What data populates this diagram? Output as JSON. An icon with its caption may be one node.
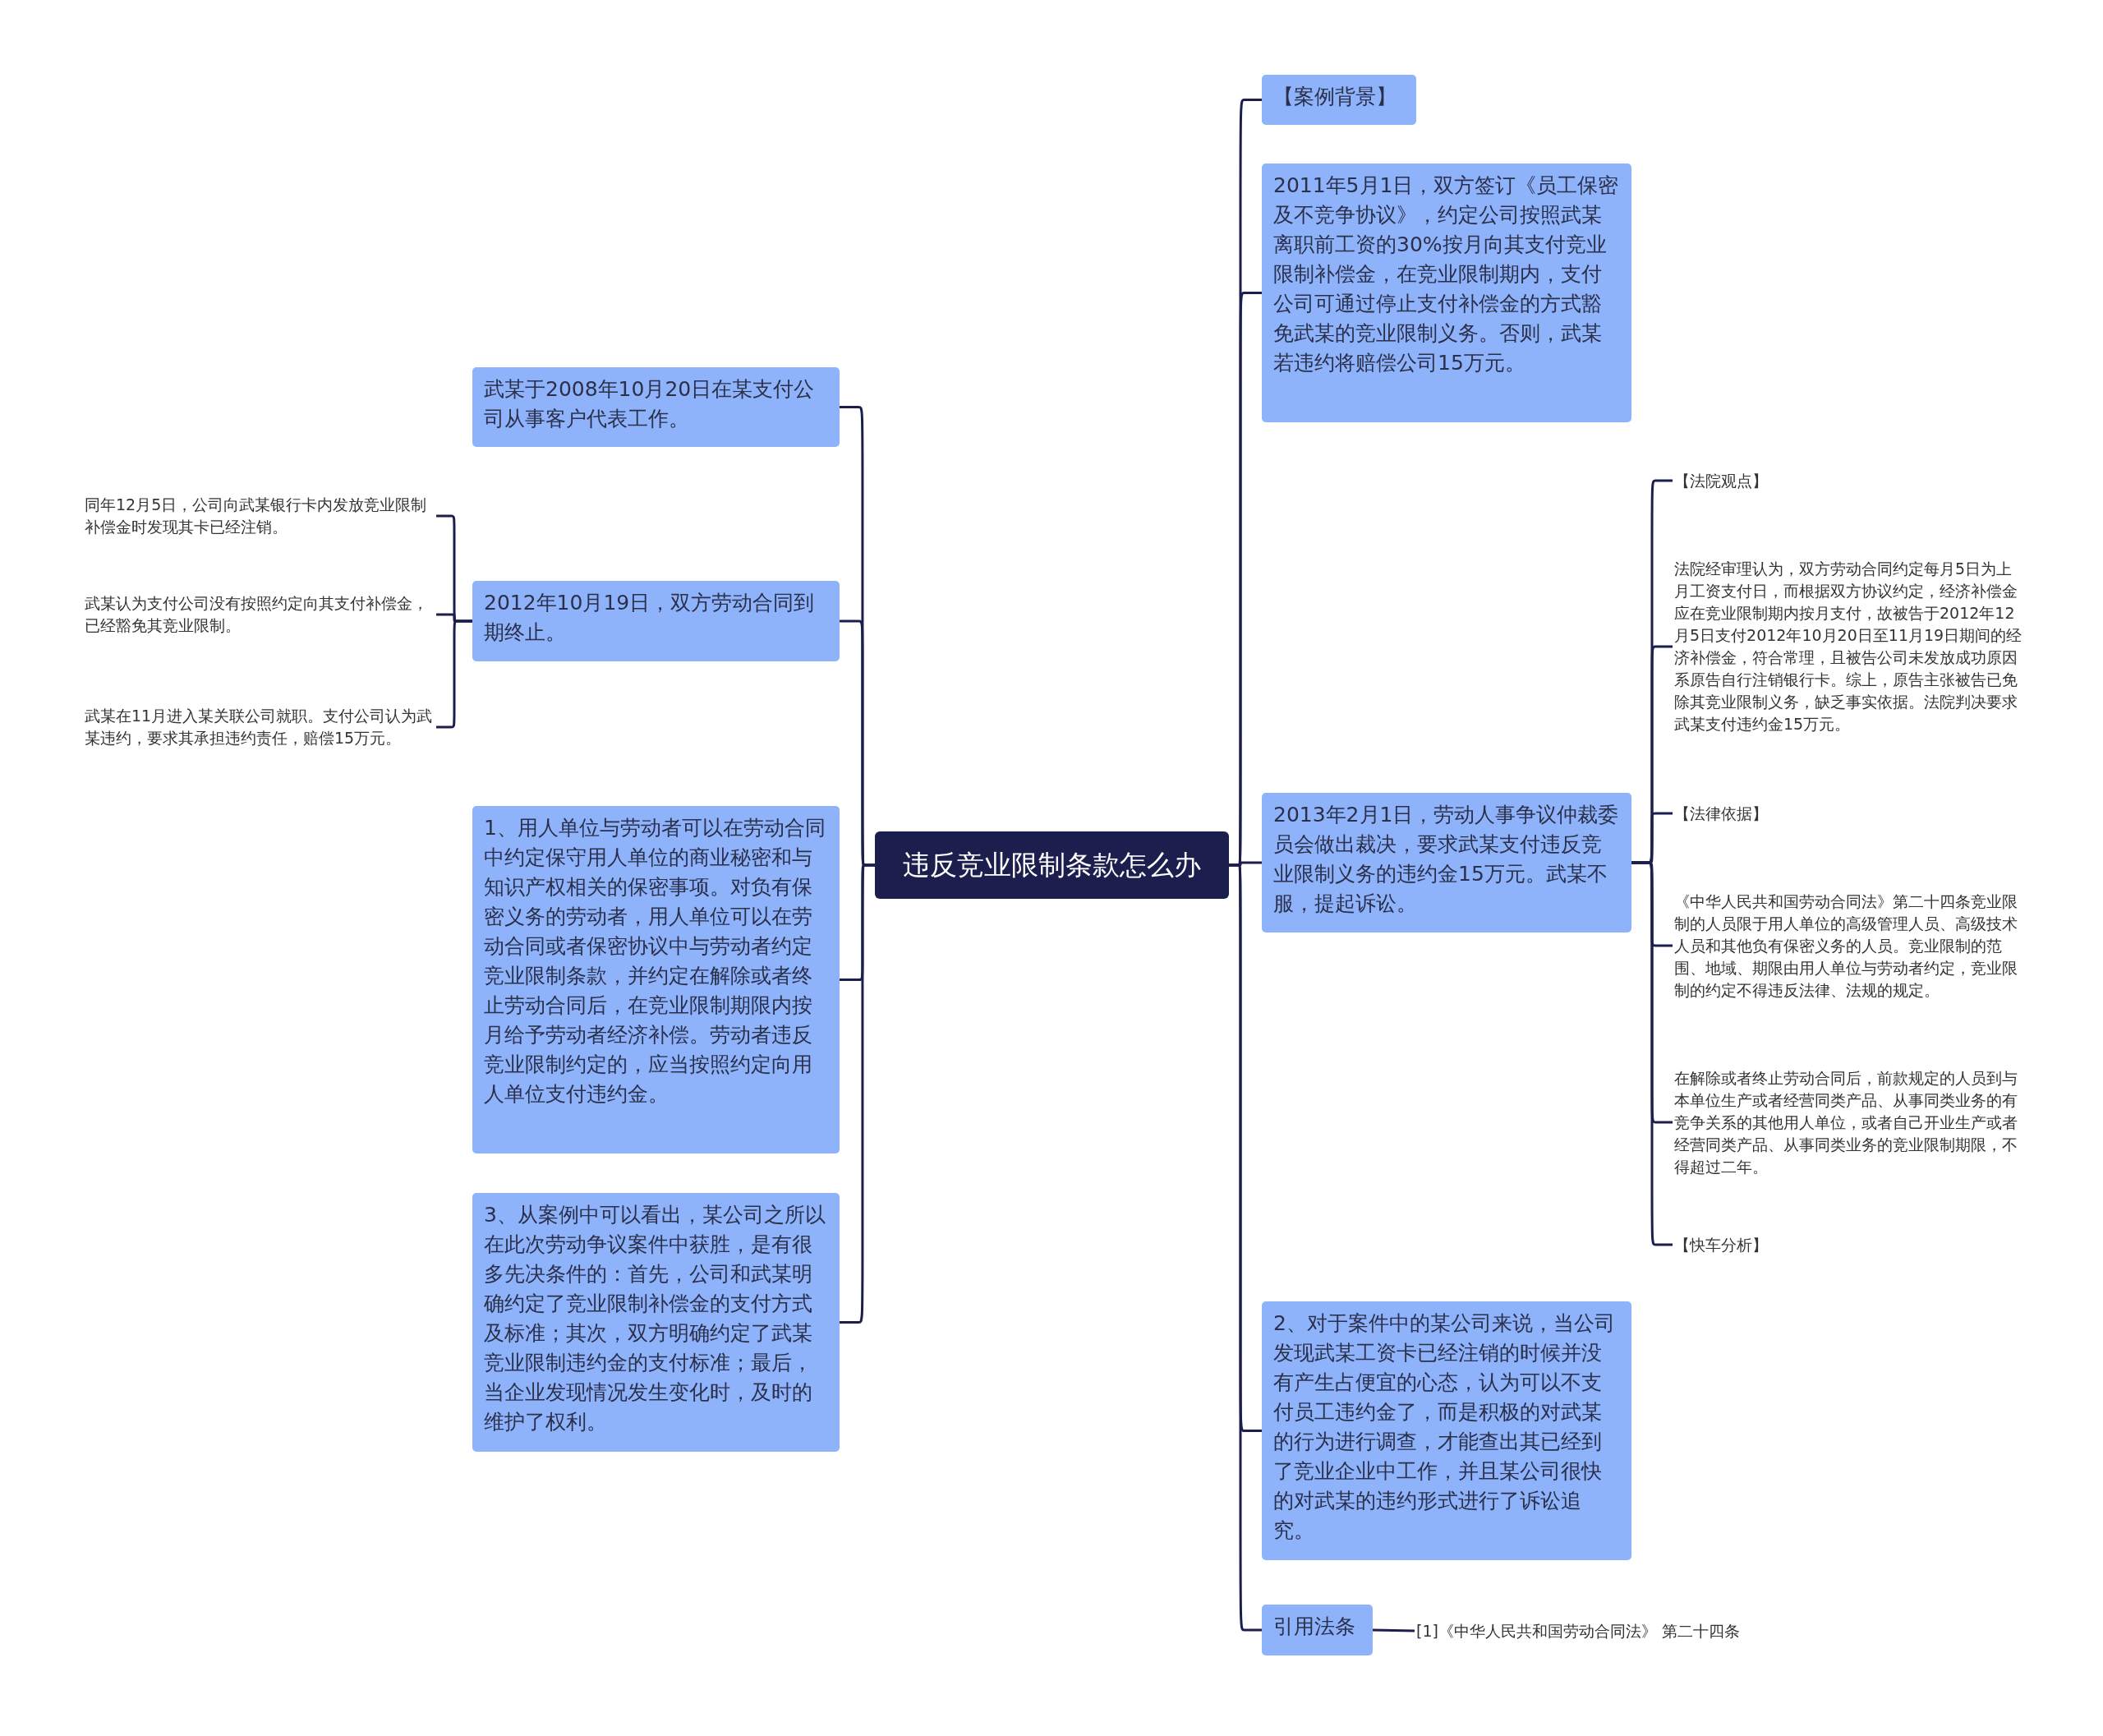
{
  "diagram": {
    "nodes": [
      {
        "text": [
          "违反竞业限制条款怎么办"
        ]
      },
      {
        "text": [
          "武某于2008年10月20日在某支付公司从事客户代表工作。"
        ]
      },
      {
        "text": [
          "2012年10月19日，双方劳动合同到期终止。"
        ]
      },
      {
        "text": [
          "同年12月5日，公司向武某银行卡内发放竞业限制补偿金时发现其卡已经注销。"
        ]
      },
      {
        "text": [
          "武某认为支付公司没有按照约定向其支付补偿金，已经豁免其竞业限制。"
        ]
      },
      {
        "text": [
          "武某在11月进入某关联公司就职。支付公司认为武某违约，要求其承担违约责任，赔偿15万元。"
        ]
      },
      {
        "text": [
          "1、用人单位与劳动者可以在劳动合同中约定保守用人单位的商业秘密和与知识产权相关的保密事项。对负有保密义务的劳动者，用人单位可以在劳动合同或者保密协议中与劳动者约定竞业限制条款，并约定在解除或者终止劳动合同后，在竞业限制期限内按月给予劳动者经济补偿。劳动者违反竞业限制约定的，应当按照约定向用人单位支付违约金。"
        ]
      },
      {
        "text": [
          "3、从案例中可以看出，某公司之所以在此次劳动争议案件中获胜，是有很多先决条件的：首先，公司和武某明确约定了竞业限制补偿金的支付方式及标准；其次，双方明确约定了武某竞业限制违约金的支付标准；最后，当企业发现情况发生变化时，及时的维护了权利。"
        ]
      },
      {
        "text": [
          "【案例背景】"
        ]
      },
      {
        "text": [
          "2011年5月1日，双方签订《员工保密及不竞争协议》，约定公司按照武某离职前工资的30%按月向其支付竞业限制补偿金，在竞业限制期内，支付公司可通过停止支付补偿金的方式豁免武某的竞业限制义务。否则，武某若违约将赔偿公司15万元。"
        ]
      },
      {
        "text": [
          "2013年2月1日，劳动人事争议仲裁委员会做出裁决，要求武某支付违反竞业限制义务的违约金15万元。武某不服，提起诉讼。"
        ]
      },
      {
        "text": [
          "【法院观点】"
        ]
      },
      {
        "text": [
          "法院经审理认为，双方劳动合同约定每月5日为上月工资支付日，而根据双方协议约定，经济补偿金应在竞业限制期内按月支付，故被告于2012年12月5日支付2012年10月20日至11月19日期间的经济补偿金，符合常理，且被告公司未发放成功原因系原告自行注销银行卡。综上，原告主张被告已免除其竞业限制义务，缺乏事实依据。法院判决要求武某支付违约金15万元。"
        ]
      },
      {
        "text": [
          "【法律依据】"
        ]
      },
      {
        "text": [
          "《中华人民共和国劳动合同法》第二十四条竞业限制的人员限于用人单位的高级管理人员、高级技术人员和其他负有保密义务的人员。竞业限制的范围、地域、期限由用人单位与劳动者约定，竞业限制的约定不得违反法律、法规的规定。"
        ]
      },
      {
        "text": [
          "在解除或者终止劳动合同后，前款规定的人员到与本单位生产或者经营同类产品、从事同类业务的有竞争关系的其他用人单位，或者自己开业生产或者经营同类产品、从事同类业务的竞业限制期限，不得超过二年。"
        ]
      },
      {
        "text": [
          "【快车分析】"
        ]
      },
      {
        "text": [
          "2、对于案件中的某公司来说，当公司发现武某工资卡已经注销的时候并没有产生占便宜的心态，认为可以不支付员工违约金了，而是积极的对武某的行为进行调查，才能查出其已经到了竞业企业中工作，并且某公司很快的对武某的违约形式进行了诉讼追究。"
        ]
      },
      {
        "text": [
          "引用法条"
        ]
      },
      {
        "text": [
          "[1]《中华人民共和国劳动合同法》 第二十四条"
        ]
      }
    ],
    "edges": [
      {
        "from": 0,
        "to": 1,
        "arrow": "none"
      },
      {
        "from": 0,
        "to": 2,
        "arrow": "none"
      },
      {
        "from": 2,
        "to": 3,
        "arrow": "none"
      },
      {
        "from": 2,
        "to": 4,
        "arrow": "none"
      },
      {
        "from": 2,
        "to": 5,
        "arrow": "none"
      },
      {
        "from": 0,
        "to": 6,
        "arrow": "none"
      },
      {
        "from": 0,
        "to": 7,
        "arrow": "none"
      },
      {
        "from": 0,
        "to": 8,
        "arrow": "none"
      },
      {
        "from": 0,
        "to": 9,
        "arrow": "none"
      },
      {
        "from": 0,
        "to": 10,
        "arrow": "none"
      },
      {
        "from": 10,
        "to": 11,
        "arrow": "none"
      },
      {
        "from": 10,
        "to": 12,
        "arrow": "none"
      },
      {
        "from": 10,
        "to": 13,
        "arrow": "none"
      },
      {
        "from": 10,
        "to": 14,
        "arrow": "none"
      },
      {
        "from": 10,
        "to": 15,
        "arrow": "none"
      },
      {
        "from": 10,
        "to": 16,
        "arrow": "none"
      },
      {
        "from": 0,
        "to": 17,
        "arrow": "none"
      },
      {
        "from": 0,
        "to": 18,
        "arrow": "none"
      },
      {
        "from": 18,
        "to": 19,
        "arrow": "none"
      }
    ]
  }
}
